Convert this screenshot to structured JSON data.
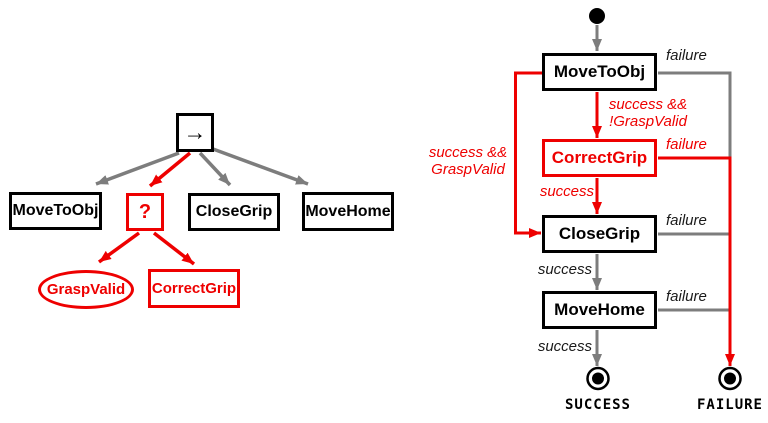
{
  "colors": {
    "red": "#ee0000",
    "gray": "#7d7d7d",
    "black": "#000000"
  },
  "behavior_tree": {
    "root_symbol": "→",
    "fallback_symbol": "?",
    "move_to_obj": "MoveToObj",
    "close_grip": "CloseGrip",
    "move_home": "MoveHome",
    "grasp_valid": "GraspValid",
    "correct_grip": "CorrectGrip"
  },
  "state_machine": {
    "move_to_obj": "MoveToObj",
    "correct_grip": "CorrectGrip",
    "close_grip": "CloseGrip",
    "move_home": "MoveHome",
    "success_terminal": "SUCCESS",
    "failure_terminal": "FAILURE",
    "labels": {
      "failure": "failure",
      "success": "success",
      "success_and": "success &&",
      "not_grasp_valid": "!GraspValid",
      "grasp_valid": "GraspValid"
    }
  }
}
